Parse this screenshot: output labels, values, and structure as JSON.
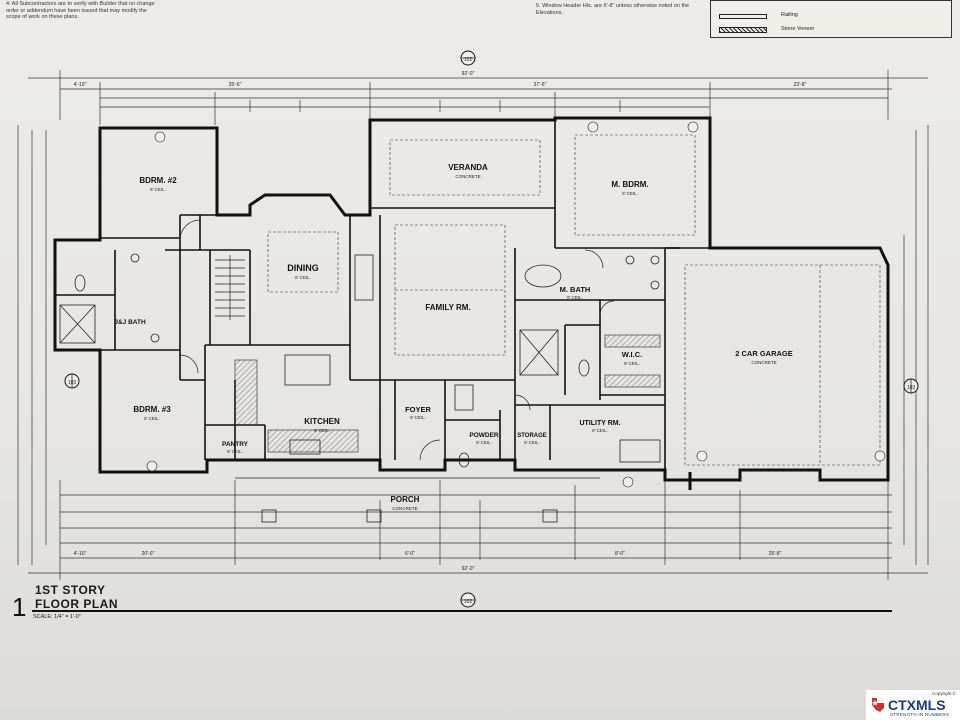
{
  "notes": {
    "left": "4. All Subcontractors are to verify with Builder that no change order or addendum have been issued that may modify the scope of work on these plans.",
    "right": "5. Window Header Hts. are 6'-8\" unless otherwise noted on the Elevations."
  },
  "legend": {
    "railing": "Railing",
    "stone_veneer": "Stone Veneer"
  },
  "rooms": {
    "bdrm2": {
      "name": "BDRM. #2",
      "sub": "8' CEIL."
    },
    "veranda": {
      "name": "VERANDA",
      "sub": "CONCRETE"
    },
    "mbdrm": {
      "name": "M. BDRM.",
      "sub": "8' CEIL."
    },
    "dining": {
      "name": "DINING",
      "sub": "8' CEIL."
    },
    "family": {
      "name": "FAMILY RM.",
      "sub": ""
    },
    "mbath": {
      "name": "M. BATH",
      "sub": "8' CEIL."
    },
    "jjbath": {
      "name": "J&J BATH",
      "sub": ""
    },
    "wic": {
      "name": "W.I.C.",
      "sub": "8' CEIL."
    },
    "garage": {
      "name": "2 CAR GARAGE",
      "sub": "CONCRETE"
    },
    "bdrm3": {
      "name": "BDRM. #3",
      "sub": "8' CEIL."
    },
    "kitchen": {
      "name": "KITCHEN",
      "sub": "8' CEIL."
    },
    "foyer": {
      "name": "FOYER",
      "sub": "8' CEIL."
    },
    "powder": {
      "name": "POWDER",
      "sub": "8' CEIL."
    },
    "storage": {
      "name": "STORAGE",
      "sub": "8' CEIL."
    },
    "utility": {
      "name": "UTILITY RM.",
      "sub": "8' CEIL."
    },
    "pantry": {
      "name": "PANTRY",
      "sub": "8' CEIL."
    },
    "porch": {
      "name": "PORCH",
      "sub": "CONCRETE"
    }
  },
  "dimensions": {
    "overall_top": "92'-0\"",
    "overall_bottom": "92'-0\"",
    "left_top": "4'-10\"",
    "top_mid1": "25'-6\"",
    "top_mid2": "37'-6\"",
    "top_mid3": "23'-8\"",
    "bottom_left": "4'-10\"",
    "bottom_mid1": "20'-0\"",
    "bottom_mid2": "6'-0\"",
    "bottom_mid3": "8'-0\"",
    "bottom_right": "25'-8\""
  },
  "section_markers": {
    "top": "102",
    "bottom": "102",
    "left": "103",
    "right": "103"
  },
  "title": {
    "number": "1",
    "line1": "1ST STORY",
    "line2": "FLOOR PLAN",
    "scale": "SCALE: 1/4\" = 1'-0\""
  },
  "watermark": {
    "copyright": "Copyright ©",
    "brand": "CTXMLS",
    "tagline": "STRENGTH IN NUMBERS"
  },
  "colors": {
    "ink": "#111111",
    "paper": "#e9e8e4",
    "mls_blue": "#1b3c7a"
  }
}
